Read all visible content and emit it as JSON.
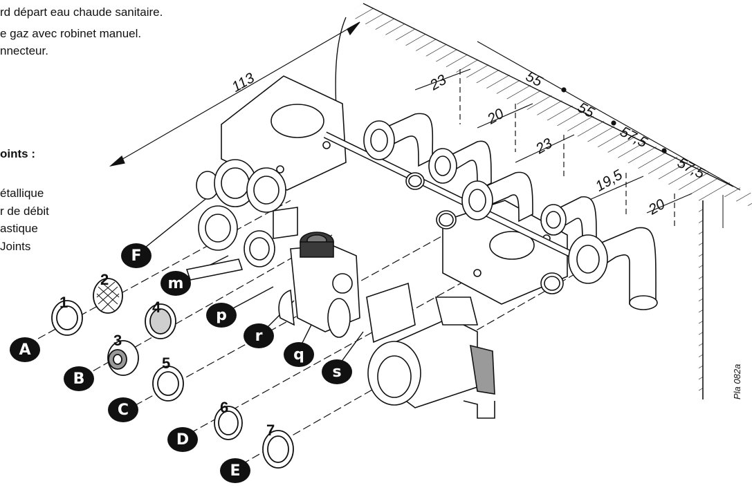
{
  "legend": {
    "lines_top": [
      "rd départ eau chaude sanitaire.",
      "e gaz avec robinet manuel.",
      "nnecteur."
    ],
    "joints_heading": "oints :",
    "joints_items": [
      "étallique",
      "r de débit",
      "astique",
      "Joints"
    ]
  },
  "dimensions": [
    "113",
    "23",
    "20",
    "23",
    "19,5",
    "20",
    "55",
    "55",
    "57,5",
    "57,5"
  ],
  "connection_labels": [
    "A",
    "B",
    "C",
    "D",
    "E",
    "F"
  ],
  "part_letters": [
    "m",
    "p",
    "r",
    "q",
    "s"
  ],
  "seal_numbers": [
    "1",
    "2",
    "3",
    "4",
    "5",
    "6",
    "7"
  ],
  "reference": "Pla 082a",
  "colors": {
    "ink": "#111111",
    "grey_part": "#9a9a9a",
    "dark_part": "#3a3a3a",
    "paper": "#ffffff"
  }
}
